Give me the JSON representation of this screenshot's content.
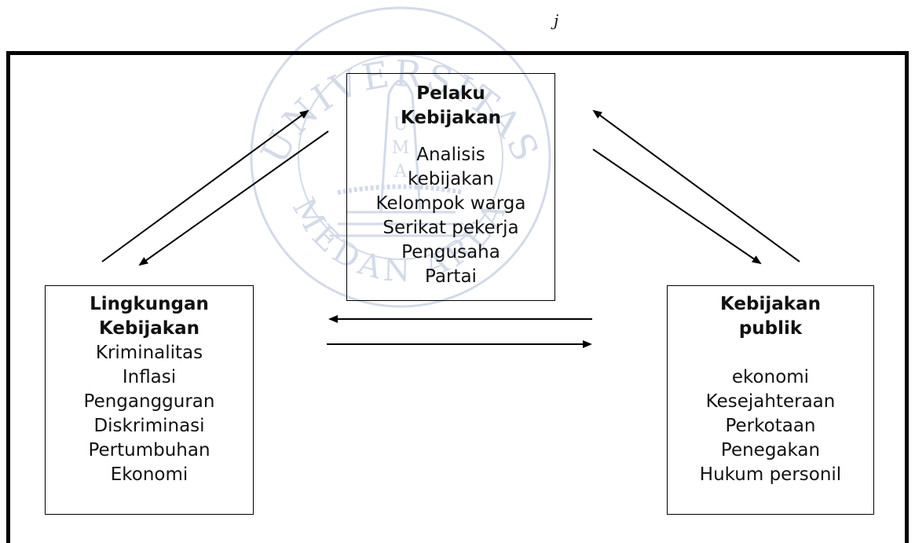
{
  "diagram": {
    "top_fragment_text": "j",
    "pelaku": {
      "title_lines": [
        "Pelaku",
        "Kebijakan"
      ],
      "items": [
        "Analisis",
        "kebijakan",
        "Kelompok warga",
        "Serikat pekerja",
        "Pengusaha",
        "Partai"
      ]
    },
    "lingkungan": {
      "title_lines": [
        "Lingkungan",
        "Kebijakan"
      ],
      "items": [
        "Kriminalitas",
        "Inflasi",
        "Pengangguran",
        "Diskriminasi",
        "Pertumbuhan",
        "Ekonomi"
      ]
    },
    "kebijakan_publik": {
      "title_lines": [
        "Kebijakan",
        "publik"
      ],
      "items": [
        "ekonomi",
        "Kesejahteraan",
        "Perkotaan",
        "Penegakan",
        "Hukum personil"
      ]
    },
    "watermark": {
      "arc_top": "UNIVERSITAS",
      "arc_bottom": "MEDAN AREA",
      "center_letters": [
        "U",
        "M",
        "A"
      ]
    }
  }
}
